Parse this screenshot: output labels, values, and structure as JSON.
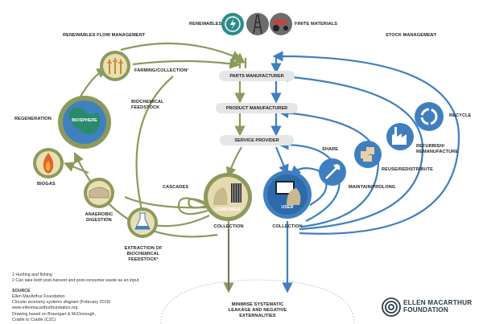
{
  "top": {
    "renewables": "RENEWABLES",
    "finite_materials": "FINITE MATERIALS",
    "renewables_flow_management": "RENEWABLES FLOW MANAGEMENT",
    "stock_management": "STOCK MANAGEMENT"
  },
  "chain": {
    "parts_manufacturer": "PARTS MANUFACTURER",
    "product_manufacturer": "PRODUCT MANUFACTURER",
    "service_provider": "SERVICE PROVIDER"
  },
  "biological": {
    "farming": "FARMING/COLLECTION¹",
    "biochemical_feedstock_1": "BIOCHEMICAL",
    "biochemical_feedstock_2": "FEEDSTOCK",
    "regeneration": "REGENERATION",
    "biosphere": "BIOSPHERE",
    "biogas": "BIOGAS",
    "anaerobic_1": "ANAEROBIC",
    "anaerobic_2": "DIGESTION",
    "extraction_1": "EXTRACTION OF",
    "extraction_2": "BIOCHEMICAL",
    "extraction_3": "FEEDSTOCK²",
    "cascades": "CASCADES",
    "consumer": "CONSUMER",
    "collection_left": "COLLECTION"
  },
  "technical": {
    "user": "USER",
    "collection_right": "COLLECTION",
    "share": "SHARE",
    "maintain": "MAINTAIN/PROLONG",
    "reuse": "REUSE/REDISTRIBUTE",
    "refurbish_1": "REFURBISH/",
    "refurbish_2": "REMANUFACTURE",
    "recycle": "RECYCLE"
  },
  "bottom": {
    "minimise_1": "MINIMISE SYSTEMATIC",
    "minimise_2": "LEAKAGE AND NEGATIVE",
    "minimise_3": "EXTERNALITIES"
  },
  "notes": {
    "fn1": "1 Hunting and fishing",
    "fn2": "2 Can take both post-harvest and post-consumer waste as an input",
    "source_head": "SOURCE",
    "source_1": "Ellen MacArthur Foundation",
    "source_2": "Circular economy systems diagram",
    "source_2b": " (February 2019)",
    "source_3": "www.ellenmacarthurfoundation.org",
    "drawing_1": "Drawing based on Braungart & McDonough,",
    "drawing_2": "Cradle to Cradle (C2C)"
  },
  "logo": {
    "line1": "ELLEN MACARTHUR",
    "line2": "FOUNDATION"
  },
  "colors": {
    "green": "#8c9a5b",
    "green_dark": "#6f7d46",
    "blue": "#3f7fc0",
    "blue_dark": "#2f6aa8",
    "teal": "#2e8b8b",
    "grey": "#6d6d6d",
    "pill": "#e6e6e6"
  }
}
